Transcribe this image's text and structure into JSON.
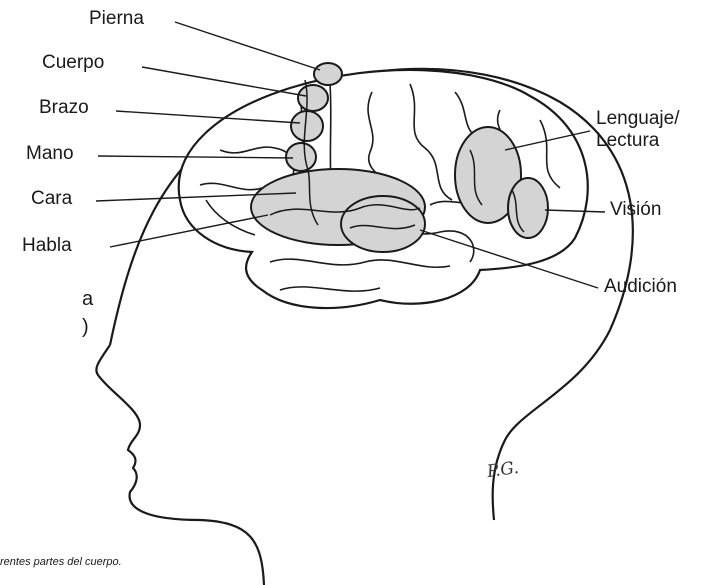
{
  "labels": {
    "pierna": "Pierna",
    "cuerpo": "Cuerpo",
    "brazo": "Brazo",
    "mano": "Mano",
    "cara": "Cara",
    "habla": "Habla",
    "lenguaje": "Lenguaje/\nLectura",
    "vision": "Visión",
    "audicion": "Audición"
  },
  "edge_text": {
    "line1": "a",
    "line2": ")"
  },
  "signature": "P.G.",
  "caption": "rentes partes del cuerpo.",
  "colors": {
    "region_fill": "#d4d4d4",
    "stroke": "#1a1a1a",
    "background": "#ffffff"
  }
}
